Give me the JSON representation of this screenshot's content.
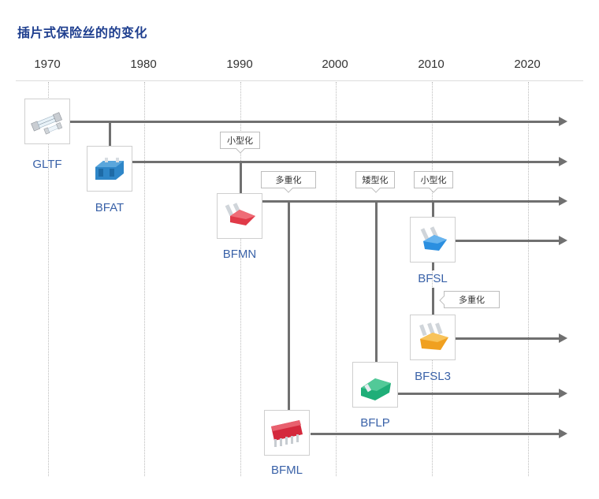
{
  "title": "插片式保险丝的的变化",
  "years": [
    "1970",
    "1980",
    "1990",
    "2000",
    "2010",
    "2020"
  ],
  "fuses": {
    "gltf": {
      "label": "GLTF"
    },
    "bfat": {
      "label": "BFAT"
    },
    "bfmn": {
      "label": "BFMN"
    },
    "bfsl": {
      "label": "BFSL"
    },
    "bfsl3": {
      "label": "BFSL3"
    },
    "bflp": {
      "label": "BFLP"
    },
    "bfml": {
      "label": "BFML"
    }
  },
  "callouts": {
    "miniaturize_1": "小型化",
    "multi_1": "多重化",
    "low_profile": "矮型化",
    "miniaturize_2": "小型化",
    "multi_2": "多重化"
  },
  "colors": {
    "title": "#1f3f8f",
    "label": "#3a62a8",
    "line": "#707070",
    "bfat": "#2e86c8",
    "bfmn": "#e03a48",
    "bfsl": "#2b8fe0",
    "bfsl3": "#f0a020",
    "bflp": "#1fae78",
    "bfml": "#d4283c"
  }
}
